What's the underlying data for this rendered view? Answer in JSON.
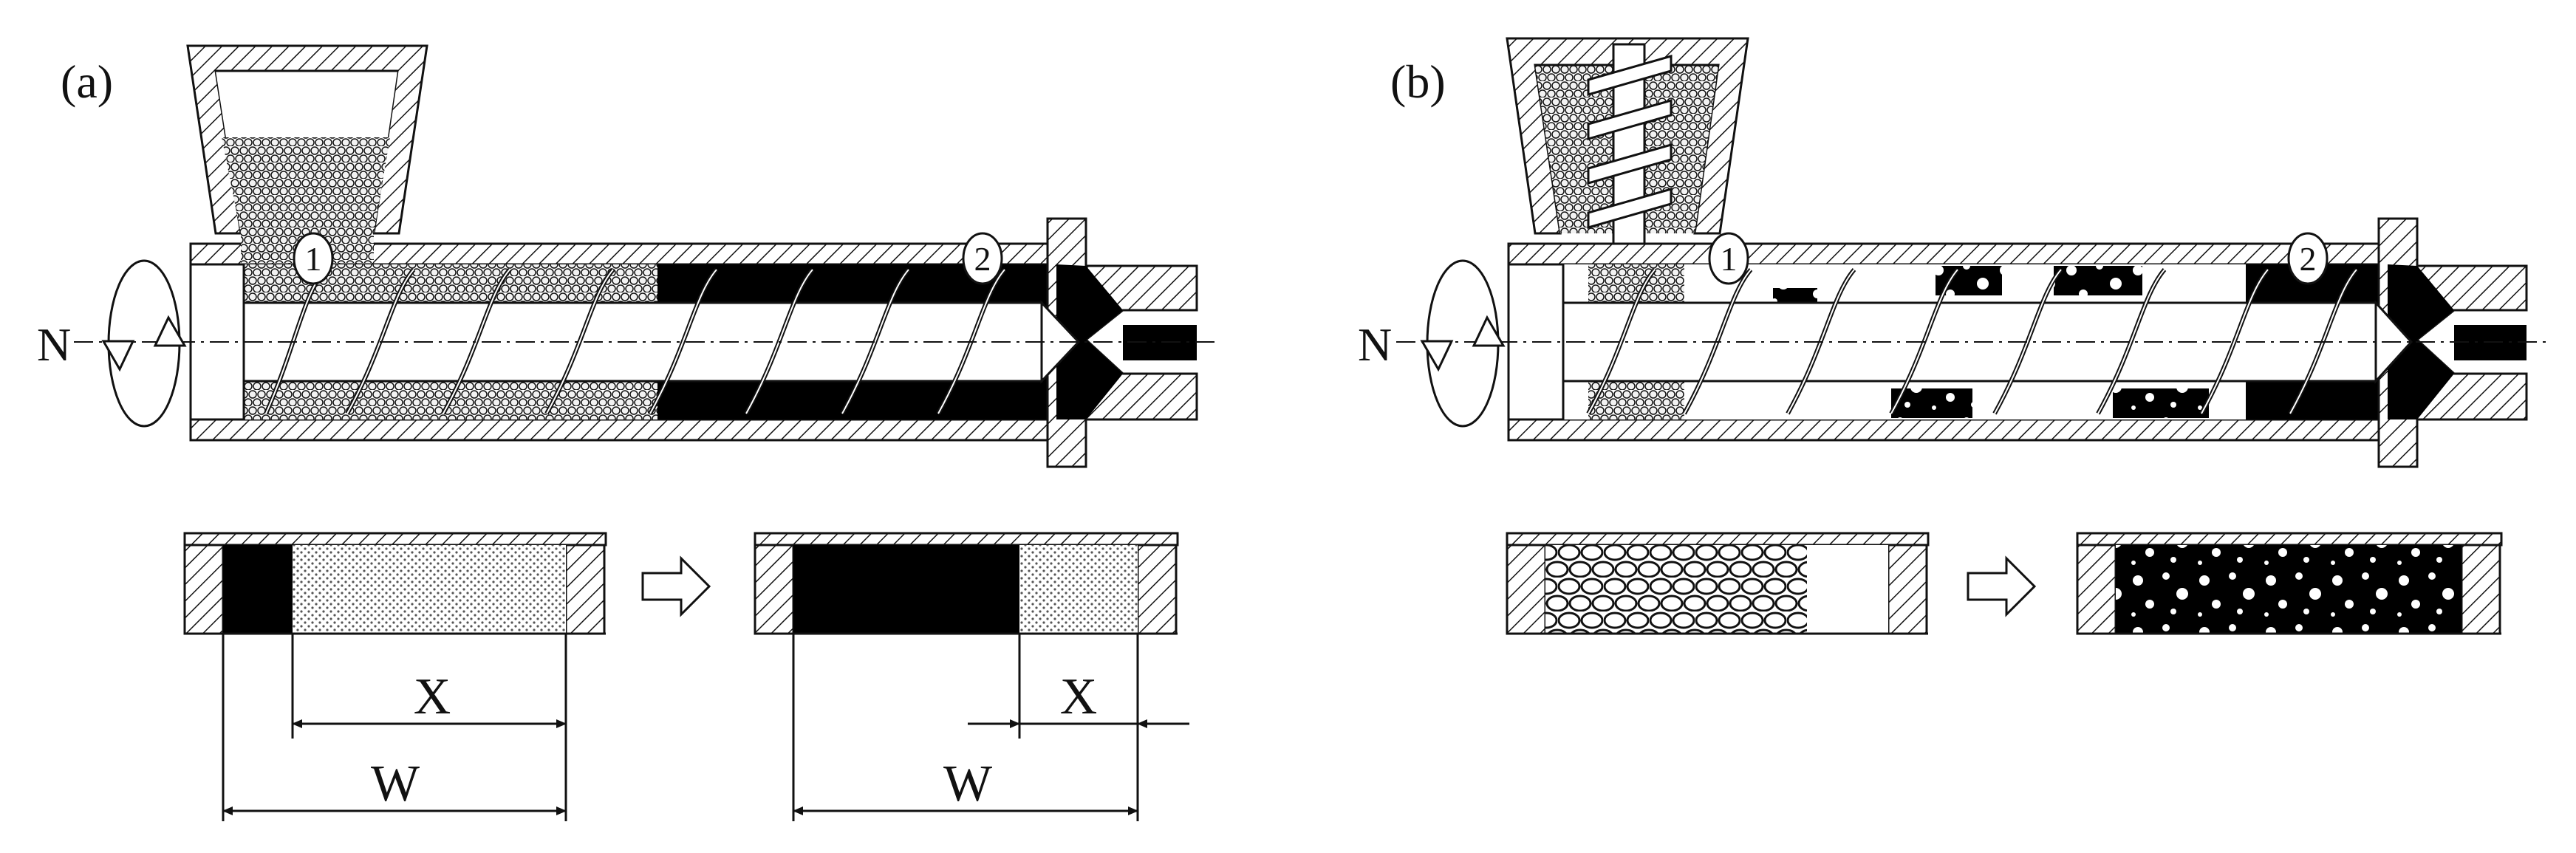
{
  "panels": {
    "a": {
      "label": "(a)",
      "rotation": "N",
      "marker_1": "1",
      "marker_2": "2",
      "dim_x_1": "X",
      "dim_w_1": "W",
      "dim_x_2": "X",
      "dim_w_2": "W"
    },
    "b": {
      "label": "(b)",
      "rotation": "N",
      "marker_1": "1",
      "marker_2": "2"
    }
  },
  "colors": {
    "ink": "#111111",
    "melt": "#000000",
    "granule": "#f2f2f2",
    "background": "#ffffff"
  }
}
